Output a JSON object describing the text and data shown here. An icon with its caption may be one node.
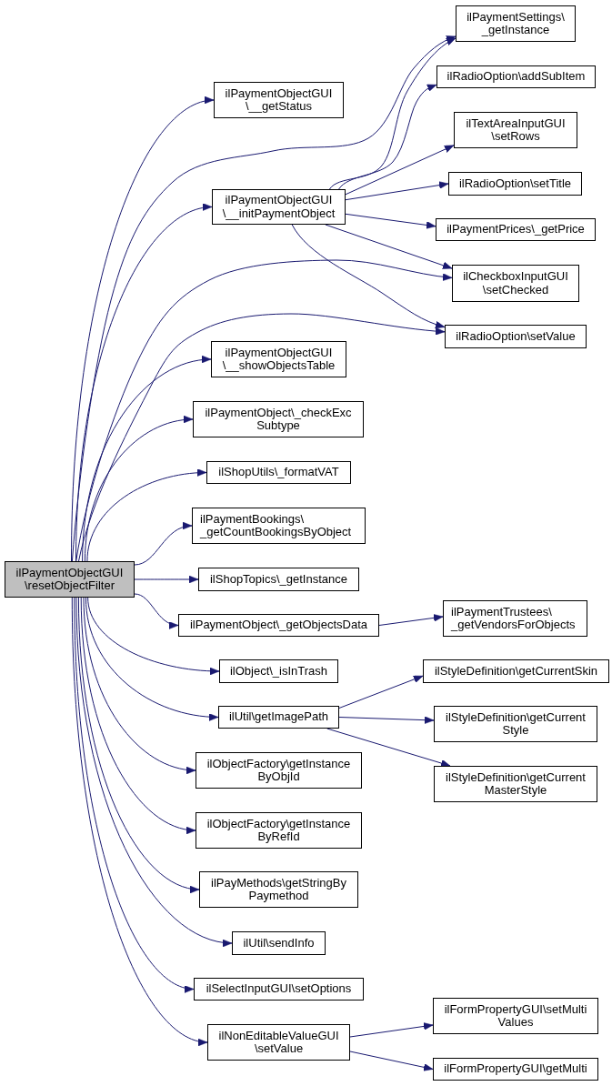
{
  "diagram": {
    "nodes": [
      {
        "text": [
          "ilPaymentObjectGUI \\resetObjectFilter"
        ]
      },
      {
        "text": [
          "ilPaymentObjectGUI \\__getStatus"
        ]
      },
      {
        "text": [
          "ilPaymentObjectGUI \\__initPaymentObject"
        ]
      },
      {
        "text": [
          "ilPaymentObjectGUI \\__showObjectsTable"
        ]
      },
      {
        "text": [
          "ilPaymentObject\\_checkExc Subtype"
        ]
      },
      {
        "text": [
          "ilShopUtils\\_formatVAT"
        ]
      },
      {
        "text": [
          "ilPaymentBookings\\ _getCountBookingsByObject"
        ]
      },
      {
        "text": [
          "ilShopTopics\\_getInstance"
        ]
      },
      {
        "text": [
          "ilPaymentObject\\_getObjectsData"
        ]
      },
      {
        "text": [
          "ilObject\\_isInTrash"
        ]
      },
      {
        "text": [
          "ilUtil\\getImagePath"
        ]
      },
      {
        "text": [
          "ilObjectFactory\\getInstance ByObjId"
        ]
      },
      {
        "text": [
          "ilObjectFactory\\getInstance ByRefId"
        ]
      },
      {
        "text": [
          "ilPayMethods\\getStringBy Paymethod"
        ]
      },
      {
        "text": [
          "ilUtil\\sendInfo"
        ]
      },
      {
        "text": [
          "ilSelectInputGUI\\setOptions"
        ]
      },
      {
        "text": [
          "ilNonEditableValueGUI \\setValue"
        ]
      },
      {
        "text": [
          "ilPaymentSettings\\ _getInstance"
        ]
      },
      {
        "text": [
          "ilRadioOption\\addSubItem"
        ]
      },
      {
        "text": [
          "ilTextAreaInputGUI \\setRows"
        ]
      },
      {
        "text": [
          "ilRadioOption\\setTitle"
        ]
      },
      {
        "text": [
          "ilPaymentPrices\\_getPrice"
        ]
      },
      {
        "text": [
          "ilCheckboxInputGUI \\setChecked"
        ]
      },
      {
        "text": [
          "ilRadioOption\\setValue"
        ]
      },
      {
        "text": [
          "ilPaymentTrustees\\ _getVendorsForObjects"
        ]
      },
      {
        "text": [
          "ilStyleDefinition\\getCurrentSkin"
        ]
      },
      {
        "text": [
          "ilStyleDefinition\\getCurrent Style"
        ]
      },
      {
        "text": [
          "ilStyleDefinition\\getCurrent MasterStyle"
        ]
      },
      {
        "text": [
          "ilFormPropertyGUI\\setMulti Values"
        ]
      },
      {
        "text": [
          "ilFormPropertyGUI\\getMulti"
        ]
      }
    ],
    "edges": [
      {
        "from": 0,
        "to": 1,
        "arrow": "to"
      },
      {
        "from": 0,
        "to": 17,
        "arrow": "to"
      },
      {
        "from": 0,
        "to": 2,
        "arrow": "to"
      },
      {
        "from": 0,
        "to": 22,
        "arrow": "to"
      },
      {
        "from": 0,
        "to": 23,
        "arrow": "to"
      },
      {
        "from": 0,
        "to": 3,
        "arrow": "to"
      },
      {
        "from": 0,
        "to": 4,
        "arrow": "to"
      },
      {
        "from": 0,
        "to": 5,
        "arrow": "to"
      },
      {
        "from": 0,
        "to": 6,
        "arrow": "to"
      },
      {
        "from": 0,
        "to": 7,
        "arrow": "to"
      },
      {
        "from": 0,
        "to": 8,
        "arrow": "to"
      },
      {
        "from": 0,
        "to": 9,
        "arrow": "to"
      },
      {
        "from": 0,
        "to": 10,
        "arrow": "to"
      },
      {
        "from": 0,
        "to": 11,
        "arrow": "to"
      },
      {
        "from": 0,
        "to": 12,
        "arrow": "to"
      },
      {
        "from": 0,
        "to": 13,
        "arrow": "to"
      },
      {
        "from": 0,
        "to": 14,
        "arrow": "to"
      },
      {
        "from": 0,
        "to": 15,
        "arrow": "to"
      },
      {
        "from": 0,
        "to": 16,
        "arrow": "to"
      },
      {
        "from": 2,
        "to": 17,
        "arrow": "to"
      },
      {
        "from": 2,
        "to": 18,
        "arrow": "to"
      },
      {
        "from": 2,
        "to": 19,
        "arrow": "to"
      },
      {
        "from": 2,
        "to": 20,
        "arrow": "to"
      },
      {
        "from": 2,
        "to": 21,
        "arrow": "to"
      },
      {
        "from": 2,
        "to": 22,
        "arrow": "to"
      },
      {
        "from": 2,
        "to": 23,
        "arrow": "to"
      },
      {
        "from": 8,
        "to": 24,
        "arrow": "to"
      },
      {
        "from": 10,
        "to": 25,
        "arrow": "to"
      },
      {
        "from": 10,
        "to": 26,
        "arrow": "to"
      },
      {
        "from": 10,
        "to": 27,
        "arrow": "to"
      },
      {
        "from": 16,
        "to": 28,
        "arrow": "to"
      },
      {
        "from": 16,
        "to": 29,
        "arrow": "to"
      }
    ]
  }
}
